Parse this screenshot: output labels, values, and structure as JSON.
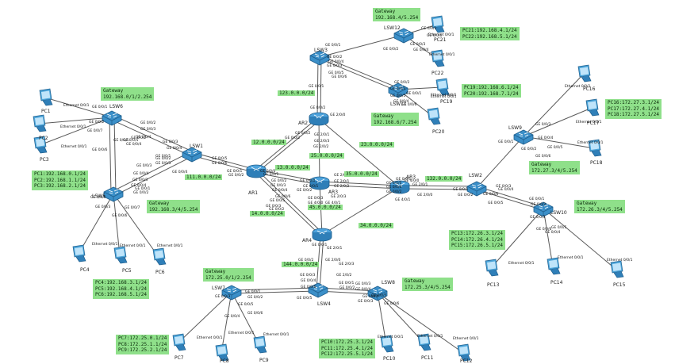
{
  "devices": [
    {
      "id": "LSW6",
      "label": "LSW6",
      "kind": "switch"
    },
    {
      "id": "LSW1",
      "label": "LSW1",
      "kind": "switch"
    },
    {
      "id": "LSW5",
      "label": "LSW5",
      "kind": "switch"
    },
    {
      "id": "LSW3",
      "label": "LSW3",
      "kind": "switch"
    },
    {
      "id": "LSW12",
      "label": "LSW12",
      "kind": "switch"
    },
    {
      "id": "LSW11",
      "label": "LSW11",
      "kind": "switch"
    },
    {
      "id": "AR1",
      "label": "AR1",
      "kind": "router"
    },
    {
      "id": "AR2",
      "label": "AR2",
      "kind": "router"
    },
    {
      "id": "AR3",
      "label": "AR3",
      "kind": "router"
    },
    {
      "id": "AR4",
      "label": "AR4",
      "kind": "router"
    },
    {
      "id": "ARc",
      "label": "AR3",
      "kind": "router"
    },
    {
      "id": "LSW2",
      "label": "LSW2",
      "kind": "switch"
    },
    {
      "id": "LSW9",
      "label": "LSW9",
      "kind": "switch"
    },
    {
      "id": "LSW10",
      "label": "LSW10",
      "kind": "switch"
    },
    {
      "id": "LSW4",
      "label": "LSW4",
      "kind": "switch"
    },
    {
      "id": "LSW7",
      "label": "LSW7",
      "kind": "switch"
    },
    {
      "id": "LSW8",
      "label": "LSW8",
      "kind": "switch"
    }
  ],
  "pcs": [
    {
      "id": "PC1",
      "label": "PC1"
    },
    {
      "id": "PC2",
      "label": "PC2"
    },
    {
      "id": "PC3",
      "label": "PC3"
    },
    {
      "id": "PC4",
      "label": "PC4"
    },
    {
      "id": "PC5",
      "label": "PC5"
    },
    {
      "id": "PC6",
      "label": "PC6"
    },
    {
      "id": "PC7",
      "label": "PC7"
    },
    {
      "id": "PC8",
      "label": "PC8"
    },
    {
      "id": "PC9",
      "label": "PC9"
    },
    {
      "id": "PC10",
      "label": "PC10"
    },
    {
      "id": "PC11",
      "label": "PC11"
    },
    {
      "id": "PC12",
      "label": "PC12"
    },
    {
      "id": "PC13",
      "label": "PC13"
    },
    {
      "id": "PC14",
      "label": "PC14"
    },
    {
      "id": "PC15",
      "label": "PC15"
    },
    {
      "id": "PC16",
      "label": "PC16"
    },
    {
      "id": "PC17",
      "label": "PC17"
    },
    {
      "id": "PC18",
      "label": "PC18"
    },
    {
      "id": "PC19",
      "label": "PC19"
    },
    {
      "id": "PC20",
      "label": "PC20"
    },
    {
      "id": "PC21",
      "label": "PC21"
    },
    {
      "id": "PC22",
      "label": "PC22"
    }
  ],
  "info_boxes": [
    {
      "id": "gw-lsw6",
      "text": "Gateway\n192.168.0/1/2.254"
    },
    {
      "id": "pc-123",
      "text": "PC1:192.168.0.1/24\nPC2:192.168.1.1/24\nPC3:192.168.2.1/24"
    },
    {
      "id": "gw-lsw5",
      "text": "Gateway\n192.168.3/4/5.254"
    },
    {
      "id": "pc-456",
      "text": "PC4:192.168.3.1/24\nPC5:192.168.4.1/24\nPC6:192.168.5.1/24"
    },
    {
      "id": "gw-lsw12",
      "text": "Gateway\n192.168.4/5.254"
    },
    {
      "id": "pc-2122",
      "text": "PC21:192.168.4.1/24\nPC22:192.168.5.1/24"
    },
    {
      "id": "pc-1920",
      "text": "PC19:192.168.6.1/24\nPC20:192.168.7.1/24"
    },
    {
      "id": "gw-lsw11",
      "text": "Gateway\n192.168.6/7.254"
    },
    {
      "id": "pc-161718",
      "text": "PC16:172.27.3.1/24\nPC17:172.27.4.1/24\nPC18:172.27.5.1/24"
    },
    {
      "id": "gw-lsw9",
      "text": "Gateway\n172.27.3/4/5.254"
    },
    {
      "id": "gw-lsw10",
      "text": "Gateway\n172.26.3/4/5.254"
    },
    {
      "id": "pc-131415",
      "text": "PC13:172.26.3.1/24\nPC14:172.26.4.1/24\nPC15:172.26.5.1/24"
    },
    {
      "id": "gw-lsw7",
      "text": "Gateway\n172.25.0/1/2.254"
    },
    {
      "id": "pc-789",
      "text": "PC7:172.25.0.1/24\nPC8:172.25.1.1/24\nPC9:172.25.2.1/24"
    },
    {
      "id": "gw-lsw8",
      "text": "Gateway\n172.25.3/4/5.254"
    },
    {
      "id": "pc-101112",
      "text": "PC10:172.25.3.1/24\nPC11:172.25.4.1/24\nPC12:172.25.5.1/24"
    }
  ],
  "networks": [
    {
      "id": "n111",
      "text": "111.0.0.0/24"
    },
    {
      "id": "n12",
      "text": "12.0.0.0/24"
    },
    {
      "id": "n13",
      "text": "13.0.0.0/24"
    },
    {
      "id": "n14",
      "text": "14.0.0.0/24"
    },
    {
      "id": "n25",
      "text": "25.0.0.0/24"
    },
    {
      "id": "n23",
      "text": "23.0.0.0/24"
    },
    {
      "id": "n35",
      "text": "35.0.0.0/24"
    },
    {
      "id": "n45",
      "text": "45.0.0.0/24"
    },
    {
      "id": "n34",
      "text": "34.0.0.0/24"
    },
    {
      "id": "n123",
      "text": "123.0.0.0/24"
    },
    {
      "id": "n132",
      "text": "132.0.0.0/24"
    },
    {
      "id": "n144",
      "text": "144.0.0.0/24"
    }
  ],
  "ports": {
    "ge001": "GE 0/0/1",
    "ge002": "GE 0/0/2",
    "ge003": "GE 0/0/3",
    "ge004": "GE 0/0/4",
    "ge005": "GE 0/0/5",
    "ge006": "GE 0/0/6",
    "ge007": "GE 0/0/7",
    "ge200": "GE 2/0/0",
    "ge201": "GE 2/0/1",
    "ge202": "GE 2/0/2",
    "ge203": "GE 2/0/3",
    "ge000": "GE 0/0/0",
    "ge400": "GE 4/0/0",
    "ge401": "GE 4/0/1",
    "eth": "Ethernet 0/0/1"
  },
  "colors": {
    "link": "#5a5a5a",
    "box": "#8fe08a",
    "device": "#3b8fc8",
    "pc": "#4aa3d8"
  }
}
